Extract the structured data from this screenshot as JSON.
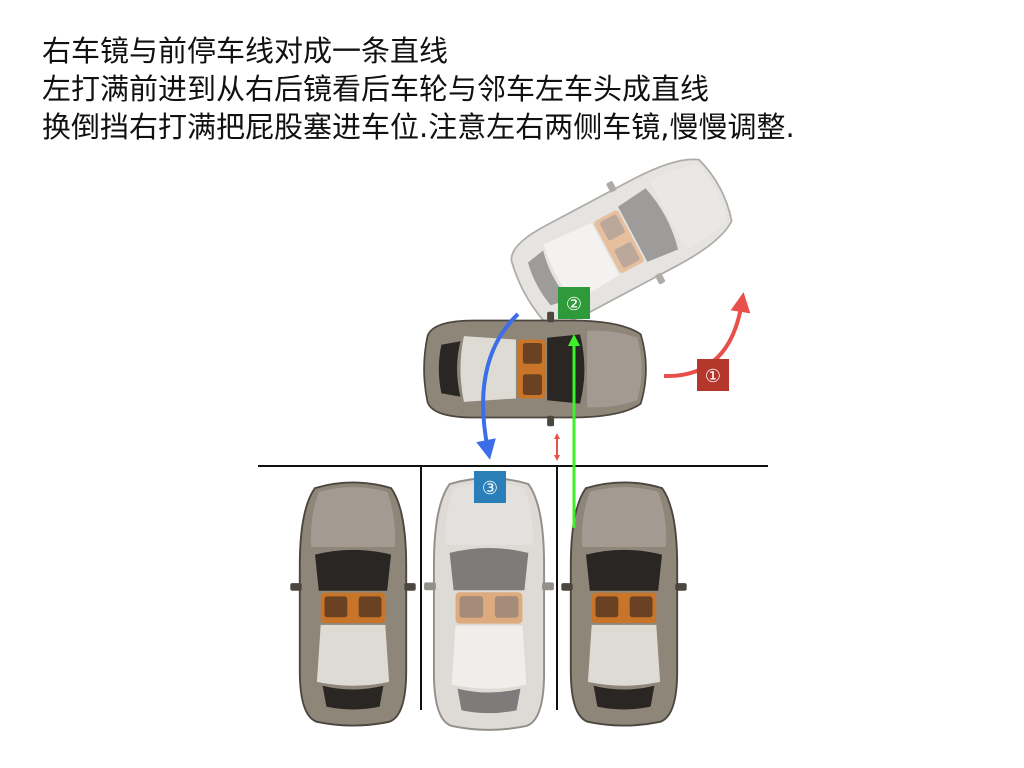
{
  "instructions": [
    "右车镜与前停车线对成一条直线",
    "左打满前进到从右后镜看后车轮与邻车左车头成直线",
    "换倒挡右打满把屁股塞进车位.注意左右两侧车镜,慢慢调整."
  ],
  "steps": [
    {
      "label": "①",
      "color": "#b5372c"
    },
    {
      "label": "②",
      "color": "#2f9a3a"
    },
    {
      "label": "③",
      "color": "#2b7fb8"
    }
  ],
  "colors": {
    "red_arrow": "#e8514a",
    "blue_arrow": "#3b6ee8",
    "green_line": "#3cf02a",
    "lines": "#111111",
    "car_body": "#8f867a",
    "car_body_ghost": "#c9c4bd",
    "interior": "#c8752a"
  }
}
